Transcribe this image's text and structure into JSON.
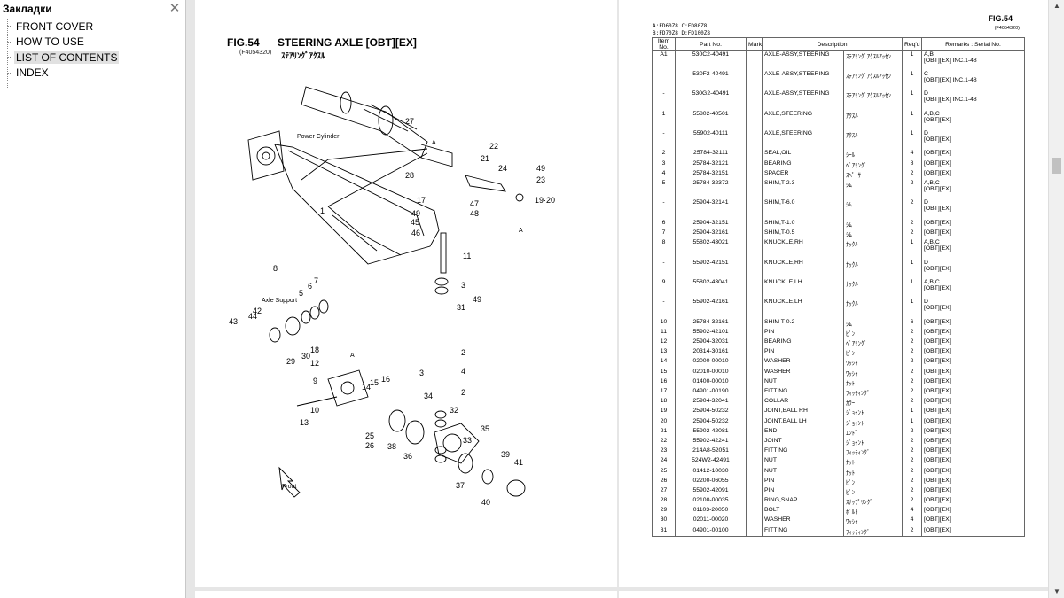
{
  "sidebar": {
    "title": "Закладки",
    "close_glyph": "✕",
    "items": [
      {
        "label": "FRONT COVER"
      },
      {
        "label": "HOW TO USE"
      },
      {
        "label": "LIST OF CONTENTS"
      },
      {
        "label": "INDEX"
      }
    ]
  },
  "left_page": {
    "fig_label": "FIG.54",
    "fig_name": "STEERING AXLE [OBT][EX]",
    "fig_code": "(F4054320)",
    "fig_name_jp": "ｽﾃｱﾘﾝｸﾞｱｸｽﾙ",
    "diagram": {
      "power_cylinder": "Power Cylinder",
      "axle_support": "Axle Support",
      "front": "Front",
      "callouts": [
        "27",
        "22",
        "21",
        "24",
        "49",
        "23",
        "28",
        "19·20",
        "17",
        "47",
        "49",
        "48",
        "45",
        "46",
        "11",
        "1",
        "8",
        "3",
        "49",
        "31",
        "7",
        "6",
        "5",
        "44",
        "42",
        "43",
        "30",
        "18",
        "29",
        "12",
        "9",
        "14",
        "15",
        "16",
        "13",
        "10",
        "34",
        "32",
        "35",
        "25",
        "26",
        "38",
        "36",
        "33",
        "39",
        "41",
        "37",
        "40",
        "2",
        "4",
        "2",
        "3",
        "A",
        "A",
        "A"
      ]
    }
  },
  "right_page": {
    "model_line1": "A:FD60Z8  C:FD80Z8",
    "model_line2": "B:FD70Z8  D:FD100Z8",
    "fig_label": "FIG.54",
    "fig_code": "(F4054320)",
    "headers": [
      "Item No.",
      "Part No.",
      "Mark",
      "Description",
      "",
      "Req'd",
      "Remarks : Serial No."
    ],
    "rows": [
      {
        "item": "A1",
        "part": "530C2-40491",
        "desc": "AXLE-ASSY,STEERING",
        "jp": "ｽﾃｱﾘﾝｸﾞｱｸｽﾙｱｯｾﾝ",
        "qty": "1",
        "rem": "A,B",
        "rem2": "[OBT][EX] INC.1-48"
      },
      {
        "item": "-",
        "part": "530F2-40491",
        "desc": "AXLE-ASSY,STEERING",
        "jp": "ｽﾃｱﾘﾝｸﾞｱｸｽﾙｱｯｾﾝ",
        "qty": "1",
        "rem": "C",
        "rem2": "[OBT][EX] INC.1-48"
      },
      {
        "item": "-",
        "part": "530G2-40491",
        "desc": "AXLE-ASSY,STEERING",
        "jp": "ｽﾃｱﾘﾝｸﾞｱｸｽﾙｱｯｾﾝ",
        "qty": "1",
        "rem": "D",
        "rem2": "[OBT][EX] INC.1-48"
      },
      {
        "item": "1",
        "part": "55802-40501",
        "desc": "AXLE,STEERING",
        "jp": "ｱｸｽﾙ",
        "qty": "1",
        "rem": "A,B,C",
        "rem2": "[OBT][EX]"
      },
      {
        "item": "-",
        "part": "55902-40111",
        "desc": "AXLE,STEERING",
        "jp": "ｱｸｽﾙ",
        "qty": "1",
        "rem": "D",
        "rem2": "[OBT][EX]"
      },
      {
        "item": "2",
        "part": "25784-32111",
        "desc": "SEAL,OIL",
        "jp": "ｼｰﾙ",
        "qty": "4",
        "rem": "[OBT][EX]",
        "rem2": ""
      },
      {
        "item": "3",
        "part": "25784-32121",
        "desc": "BEARING",
        "jp": "ﾍﾞｱﾘﾝｸﾞ",
        "qty": "8",
        "rem": "[OBT][EX]",
        "rem2": ""
      },
      {
        "item": "4",
        "part": "25784-32151",
        "desc": "SPACER",
        "jp": "ｽﾍﾟｰｻ",
        "qty": "2",
        "rem": "[OBT][EX]",
        "rem2": ""
      },
      {
        "item": "5",
        "part": "25784-32372",
        "desc": "SHIM,T-2.3",
        "jp": "ｼﾑ",
        "qty": "2",
        "rem": "A,B,C",
        "rem2": "[OBT][EX]"
      },
      {
        "item": "-",
        "part": "25904-32141",
        "desc": "SHIM,T-6.0",
        "jp": "ｼﾑ",
        "qty": "2",
        "rem": "D",
        "rem2": "[OBT][EX]"
      },
      {
        "item": "6",
        "part": "25904-32151",
        "desc": "SHIM,T-1.0",
        "jp": "ｼﾑ",
        "qty": "2",
        "rem": "[OBT][EX]",
        "rem2": ""
      },
      {
        "item": "7",
        "part": "25904-32161",
        "desc": "SHIM,T-0.5",
        "jp": "ｼﾑ",
        "qty": "2",
        "rem": "[OBT][EX]",
        "rem2": ""
      },
      {
        "item": "8",
        "part": "55802-43021",
        "desc": "KNUCKLE,RH",
        "jp": "ﾅｯｸﾙ",
        "qty": "1",
        "rem": "A,B,C",
        "rem2": "[OBT][EX]"
      },
      {
        "item": "-",
        "part": "55902-42151",
        "desc": "KNUCKLE,RH",
        "jp": "ﾅｯｸﾙ",
        "qty": "1",
        "rem": "D",
        "rem2": "[OBT][EX]"
      },
      {
        "item": "9",
        "part": "55802-43041",
        "desc": "KNUCKLE,LH",
        "jp": "ﾅｯｸﾙ",
        "qty": "1",
        "rem": "A,B,C",
        "rem2": "[OBT][EX]"
      },
      {
        "item": "-",
        "part": "55902-42161",
        "desc": "KNUCKLE,LH",
        "jp": "ﾅｯｸﾙ",
        "qty": "1",
        "rem": "D",
        "rem2": "[OBT][EX]"
      },
      {
        "item": "10",
        "part": "25784-32161",
        "desc": "SHIM T-0.2",
        "jp": "ｼﾑ",
        "qty": "6",
        "rem": "[OBT][EX]",
        "rem2": ""
      },
      {
        "item": "11",
        "part": "55902-42101",
        "desc": "PIN",
        "jp": "ﾋﾟﾝ",
        "qty": "2",
        "rem": "[OBT][EX]",
        "rem2": ""
      },
      {
        "item": "12",
        "part": "25904-32031",
        "desc": "BEARING",
        "jp": "ﾍﾞｱﾘﾝｸﾞ",
        "qty": "2",
        "rem": "[OBT][EX]",
        "rem2": ""
      },
      {
        "item": "13",
        "part": "20314-30161",
        "desc": "PIN",
        "jp": "ﾋﾟﾝ",
        "qty": "2",
        "rem": "[OBT][EX]",
        "rem2": ""
      },
      {
        "item": "14",
        "part": "02000-00010",
        "desc": "WASHER",
        "jp": "ﾜｯｼｬ",
        "qty": "2",
        "rem": "[OBT][EX]",
        "rem2": ""
      },
      {
        "item": "15",
        "part": "02010-00010",
        "desc": "WASHER",
        "jp": "ﾜｯｼｬ",
        "qty": "2",
        "rem": "[OBT][EX]",
        "rem2": ""
      },
      {
        "item": "16",
        "part": "01400-00010",
        "desc": "NUT",
        "jp": "ﾅｯﾄ",
        "qty": "2",
        "rem": "[OBT][EX]",
        "rem2": ""
      },
      {
        "item": "17",
        "part": "04901-00190",
        "desc": "FITTING",
        "jp": "ﾌｨｯﾃｨﾝｸﾞ",
        "qty": "2",
        "rem": "[OBT][EX]",
        "rem2": ""
      },
      {
        "item": "18",
        "part": "25904-32041",
        "desc": "COLLAR",
        "jp": "ｶﾗｰ",
        "qty": "2",
        "rem": "[OBT][EX]",
        "rem2": ""
      },
      {
        "item": "19",
        "part": "25904-50232",
        "desc": "JOINT,BALL RH",
        "jp": "ｼﾞｮｲﾝﾄ",
        "qty": "1",
        "rem": "[OBT][EX]",
        "rem2": ""
      },
      {
        "item": "20",
        "part": "25904-50232",
        "desc": "JOINT,BALL LH",
        "jp": "ｼﾞｮｲﾝﾄ",
        "qty": "1",
        "rem": "[OBT][EX]",
        "rem2": ""
      },
      {
        "item": "21",
        "part": "55902-42081",
        "desc": "END",
        "jp": "ｴﾝﾄﾞ",
        "qty": "2",
        "rem": "[OBT][EX]",
        "rem2": ""
      },
      {
        "item": "22",
        "part": "55902-42241",
        "desc": "JOINT",
        "jp": "ｼﾞｮｲﾝﾄ",
        "qty": "2",
        "rem": "[OBT][EX]",
        "rem2": ""
      },
      {
        "item": "23",
        "part": "214A8-52051",
        "desc": "FITTING",
        "jp": "ﾌｨｯﾃｨﾝｸﾞ",
        "qty": "2",
        "rem": "[OBT][EX]",
        "rem2": ""
      },
      {
        "item": "24",
        "part": "524W2-42491",
        "desc": "NUT",
        "jp": "ﾅｯﾄ",
        "qty": "2",
        "rem": "[OBT][EX]",
        "rem2": ""
      },
      {
        "item": "25",
        "part": "01412-10030",
        "desc": "NUT",
        "jp": "ﾅｯﾄ",
        "qty": "2",
        "rem": "[OBT][EX]",
        "rem2": ""
      },
      {
        "item": "26",
        "part": "02200-06055",
        "desc": "PIN",
        "jp": "ﾋﾟﾝ",
        "qty": "2",
        "rem": "[OBT][EX]",
        "rem2": ""
      },
      {
        "item": "27",
        "part": "55902-42091",
        "desc": "PIN",
        "jp": "ﾋﾟﾝ",
        "qty": "2",
        "rem": "[OBT][EX]",
        "rem2": ""
      },
      {
        "item": "28",
        "part": "02100-00035",
        "desc": "RING,SNAP",
        "jp": "ｽﾅｯﾌﾟﾘﾝｸﾞ",
        "qty": "2",
        "rem": "[OBT][EX]",
        "rem2": ""
      },
      {
        "item": "29",
        "part": "01103-20050",
        "desc": "BOLT",
        "jp": "ﾎﾞﾙﾄ",
        "qty": "4",
        "rem": "[OBT][EX]",
        "rem2": ""
      },
      {
        "item": "30",
        "part": "02011-00020",
        "desc": "WASHER",
        "jp": "ﾜｯｼｬ",
        "qty": "4",
        "rem": "[OBT][EX]",
        "rem2": ""
      },
      {
        "item": "31",
        "part": "04901-00100",
        "desc": "FITTING",
        "jp": "ﾌｨｯﾃｨﾝｸﾞ",
        "qty": "2",
        "rem": "[OBT][EX]",
        "rem2": ""
      }
    ]
  },
  "scrollbar": {
    "up_glyph": "▲",
    "down_glyph": "▼"
  }
}
